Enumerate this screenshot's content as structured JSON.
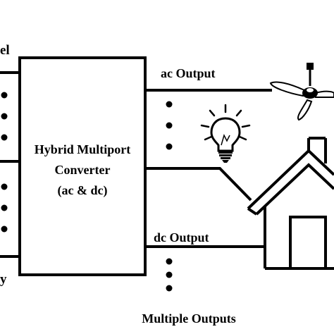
{
  "left_labels": {
    "top_fragment": "el",
    "bottom_fragment": "y"
  },
  "converter": {
    "line1": "Hybrid Multiport",
    "line2": "Converter",
    "line3": "(ac & dc)"
  },
  "outputs": {
    "ac_label": "ac Output",
    "dc_label": "dc Output",
    "multiple_label": "Multiple Outputs"
  },
  "icons": {
    "fan": "ceiling-fan-icon",
    "bulb": "light-bulb-icon",
    "house": "house-icon"
  },
  "colors": {
    "ink": "#000000",
    "background": "#ffffff"
  }
}
